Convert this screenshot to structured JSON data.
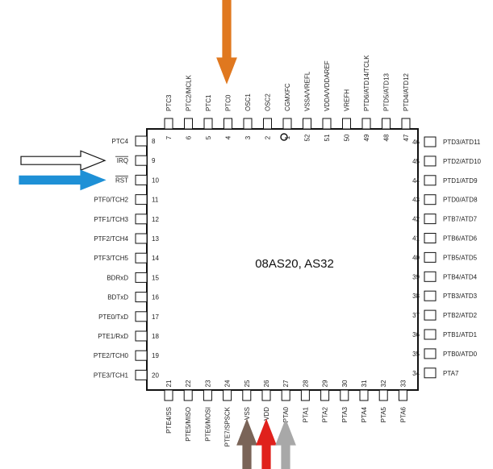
{
  "chip": {
    "label": "08AS20, AS32",
    "pin1_marker": "O"
  },
  "pins": {
    "top": [
      {
        "num": "7",
        "label": "PTC3"
      },
      {
        "num": "6",
        "label": "PTC2/MCLK"
      },
      {
        "num": "5",
        "label": "PTC1"
      },
      {
        "num": "4",
        "label": "PTC0"
      },
      {
        "num": "3",
        "label": "OSC1"
      },
      {
        "num": "2",
        "label": "OSC2"
      },
      {
        "num": "1",
        "label": "CGMXFC"
      },
      {
        "num": "52",
        "label": "VSSA/VREFL"
      },
      {
        "num": "51",
        "label": "VDDA/VDDAREF"
      },
      {
        "num": "50",
        "label": "VREFH"
      },
      {
        "num": "49",
        "label": "PTD6/ATD14/TCLK"
      },
      {
        "num": "48",
        "label": "PTD5/ATD13"
      },
      {
        "num": "47",
        "label": "PTD4/ATD12"
      }
    ],
    "left": [
      {
        "num": "8",
        "label": "PTC4"
      },
      {
        "num": "9",
        "label": "IRQ"
      },
      {
        "num": "10",
        "label": "RST"
      },
      {
        "num": "11",
        "label": "PTF0/TCH2"
      },
      {
        "num": "12",
        "label": "PTF1/TCH3"
      },
      {
        "num": "13",
        "label": "PTF2/TCH4"
      },
      {
        "num": "14",
        "label": "PTF3/TCH5"
      },
      {
        "num": "15",
        "label": "BDRxD"
      },
      {
        "num": "16",
        "label": "BDTxD"
      },
      {
        "num": "17",
        "label": "PTE0/TxD"
      },
      {
        "num": "18",
        "label": "PTE1/RxD"
      },
      {
        "num": "19",
        "label": "PTE2/TCH0"
      },
      {
        "num": "20",
        "label": "PTE3/TCH1"
      }
    ],
    "right": [
      {
        "num": "46",
        "label": "PTD3/ATD11"
      },
      {
        "num": "45",
        "label": "PTD2/ATD10"
      },
      {
        "num": "44",
        "label": "PTD1/ATD9"
      },
      {
        "num": "43",
        "label": "PTD0/ATD8"
      },
      {
        "num": "42",
        "label": "PTB7/ATD7"
      },
      {
        "num": "41",
        "label": "PTB6/ATD6"
      },
      {
        "num": "40",
        "label": "PTB5/ATD5"
      },
      {
        "num": "39",
        "label": "PTB4/ATD4"
      },
      {
        "num": "38",
        "label": "PTB3/ATD3"
      },
      {
        "num": "37",
        "label": "PTB2/ATD2"
      },
      {
        "num": "36",
        "label": "PTB1/ATD1"
      },
      {
        "num": "35",
        "label": "PTB0/ATD0"
      },
      {
        "num": "34",
        "label": "PTA7"
      }
    ],
    "bottom": [
      {
        "num": "21",
        "label": "PTE4/SS"
      },
      {
        "num": "22",
        "label": "PTE5/MISO"
      },
      {
        "num": "23",
        "label": "PTE6/MOSI"
      },
      {
        "num": "24",
        "label": "PTE7/SPSCK"
      },
      {
        "num": "25",
        "label": "VSS"
      },
      {
        "num": "26",
        "label": "VDD"
      },
      {
        "num": "27",
        "label": "PTA0"
      },
      {
        "num": "28",
        "label": "PTA1"
      },
      {
        "num": "29",
        "label": "PTA2"
      },
      {
        "num": "30",
        "label": "PTA3"
      },
      {
        "num": "31",
        "label": "PTA4"
      },
      {
        "num": "32",
        "label": "PTA5"
      },
      {
        "num": "33",
        "label": "PTA6"
      }
    ]
  },
  "arrows": [
    {
      "name": "orange-arrow-ptc0",
      "pin": "PTC0",
      "color": "#e0781f"
    },
    {
      "name": "white-arrow-irq",
      "pin": "IRQ",
      "color": "#ffffff"
    },
    {
      "name": "blue-arrow-rst",
      "pin": "RST",
      "color": "#1e90d6"
    },
    {
      "name": "brown-arrow-vss",
      "pin": "VSS",
      "color": "#7a6458"
    },
    {
      "name": "red-arrow-vdd",
      "pin": "VDD",
      "color": "#e0211c"
    },
    {
      "name": "gray-arrow-pta0",
      "pin": "PTA0",
      "color": "#a8a8a8"
    }
  ],
  "colors": {
    "outline": "#111111",
    "pin_fill": "#ffffff"
  }
}
